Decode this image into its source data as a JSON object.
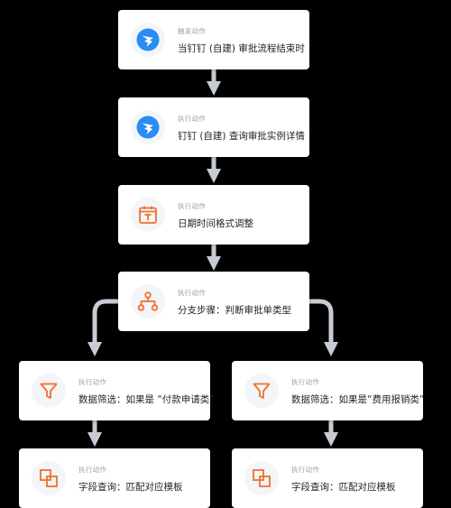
{
  "colors": {
    "background": "#000000",
    "card": "#ffffff",
    "connector": "#c7ccd4",
    "dingtalk_blue": "#2a8cf5",
    "accent_orange": "#f0702c"
  },
  "nodes": [
    {
      "kind": "触发动作",
      "label": "当钉钉 (自建) 审批流程结束时",
      "icon": "dingtalk-icon"
    },
    {
      "kind": "执行动作",
      "label": "钉钉 (自建) 查询审批实例详情",
      "icon": "dingtalk-icon"
    },
    {
      "kind": "执行动作",
      "label": "日期时间格式调整",
      "icon": "calendar-icon"
    },
    {
      "kind": "执行动作",
      "label": "分支步骤：判断审批单类型",
      "icon": "branch-icon"
    }
  ],
  "branches": [
    {
      "filter": {
        "kind": "执行动作",
        "label": "数据筛选：如果是 “付款申请类”",
        "icon": "funnel-icon"
      },
      "lookup": {
        "kind": "执行动作",
        "label": "字段查询：匹配对应模板",
        "icon": "lookup-icon"
      }
    },
    {
      "filter": {
        "kind": "执行动作",
        "label": "数据筛选：如果是“费用报销类”",
        "icon": "funnel-icon"
      },
      "lookup": {
        "kind": "执行动作",
        "label": "字段查询：匹配对应模板",
        "icon": "lookup-icon"
      }
    }
  ]
}
